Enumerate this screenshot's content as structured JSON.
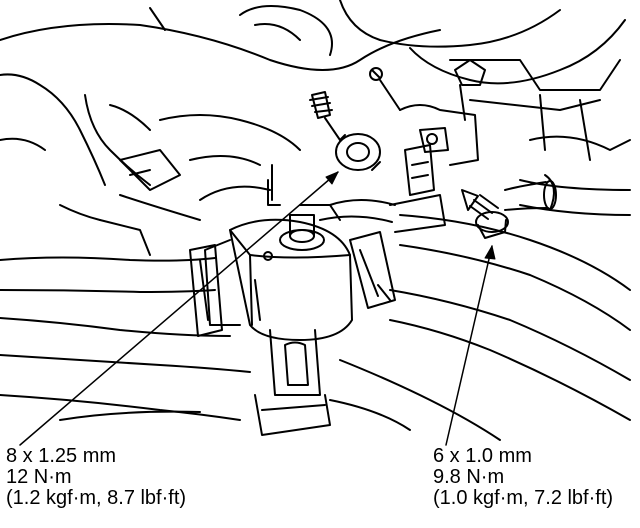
{
  "callouts": {
    "left": {
      "size": "8 x 1.25 mm",
      "torque": "12 N·m",
      "torque_alt": "(1.2 kgf·m, 8.7 lbf·ft)"
    },
    "right": {
      "size": "6 x 1.0 mm",
      "torque": "9.8 N·m",
      "torque_alt": "(1.0 kgf·m, 7.2 lbf·ft)"
    }
  },
  "colors": {
    "ink": "#000000",
    "paper": "#ffffff"
  }
}
